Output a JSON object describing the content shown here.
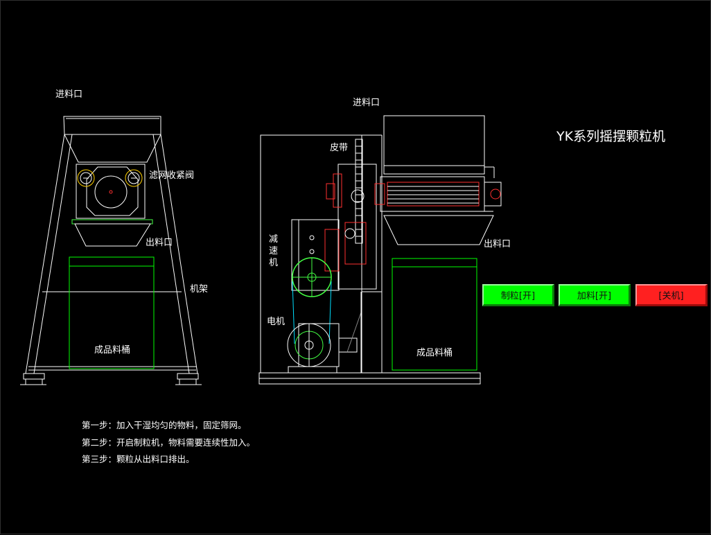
{
  "title": "YK系列摇摆颗粒机",
  "labels": {
    "left_inlet": "进料口",
    "left_valve": "滤网收紧阀",
    "left_outlet": "出料口",
    "frame": "机架",
    "left_bucket": "成品料桶",
    "right_inlet": "进料口",
    "belt": "皮带",
    "reducer": "减速机",
    "motor": "电机",
    "right_outlet": "出料口",
    "right_bucket": "成品料桶"
  },
  "controls": [
    {
      "label": "制粒[开]",
      "color": "#00ff00"
    },
    {
      "label": "加料[开]",
      "color": "#00ff00"
    },
    {
      "label": "[关机]",
      "color": "#ff2020"
    }
  ],
  "steps": [
    "第一步：加入干湿均匀的物料，固定筛网。",
    "第二步：开启制粒机，物料需要连续性加入。",
    "第三步：颗粒从出料口排出。"
  ],
  "colors": {
    "line": "#ffffff",
    "bucket": "#00ff00",
    "accent_red": "#ff3030",
    "pulley_green": "#44ff44",
    "valve_yellow": "#ffd000",
    "belt_cyan": "#00e0ff"
  }
}
